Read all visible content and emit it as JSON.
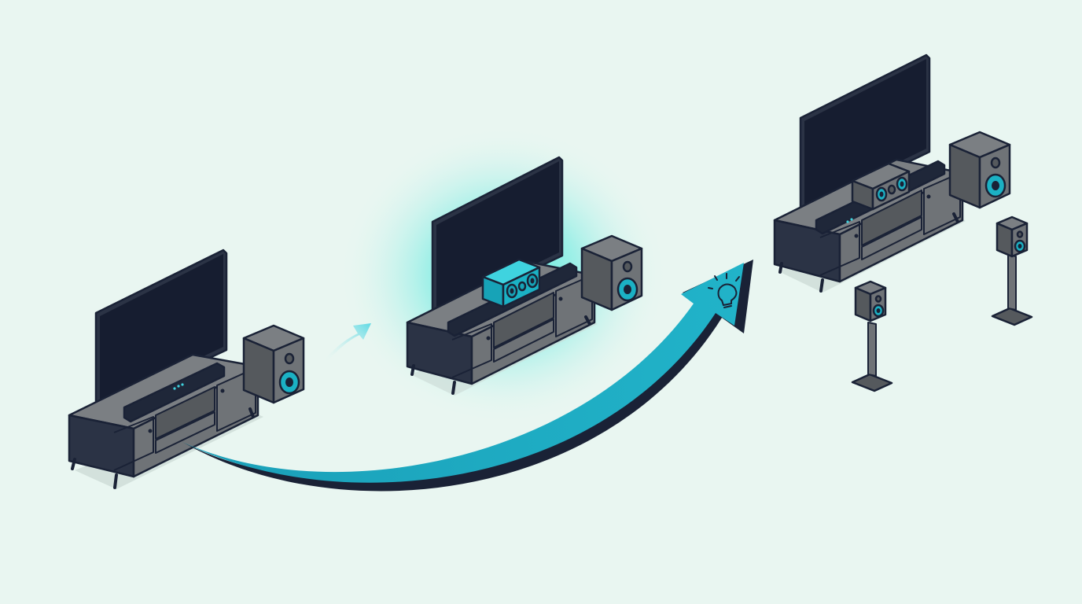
{
  "diagram": {
    "stages": [
      {
        "id": "stage-1",
        "devices": [
          "tv",
          "tv-stand",
          "soundbar",
          "bookshelf-speaker"
        ],
        "highlight": false
      },
      {
        "id": "stage-2",
        "devices": [
          "tv",
          "tv-stand",
          "soundbar",
          "center-speaker",
          "bookshelf-speaker"
        ],
        "highlight": true
      },
      {
        "id": "stage-3",
        "devices": [
          "tv",
          "tv-stand",
          "soundbar",
          "center-speaker",
          "bookshelf-speaker",
          "satellite-speaker",
          "satellite-speaker"
        ],
        "highlight": false
      }
    ],
    "connectors": [
      {
        "from": "stage-1",
        "to": "stage-2",
        "style": "small-arrow"
      },
      {
        "from": "stage-1",
        "to": "stage-3",
        "style": "large-curved-arrow",
        "icon": "lightbulb-icon"
      }
    ]
  },
  "colors": {
    "background": "#e9f6f1",
    "device_dark": "#1a2236",
    "device_gray": "#6f7377",
    "device_gray_light": "#8a8e92",
    "device_gray_dark": "#55595d",
    "accent": "#1bb1c4",
    "accent_light": "#3fd3df",
    "glow": "#2ee6d6",
    "screen": "#161d30"
  }
}
